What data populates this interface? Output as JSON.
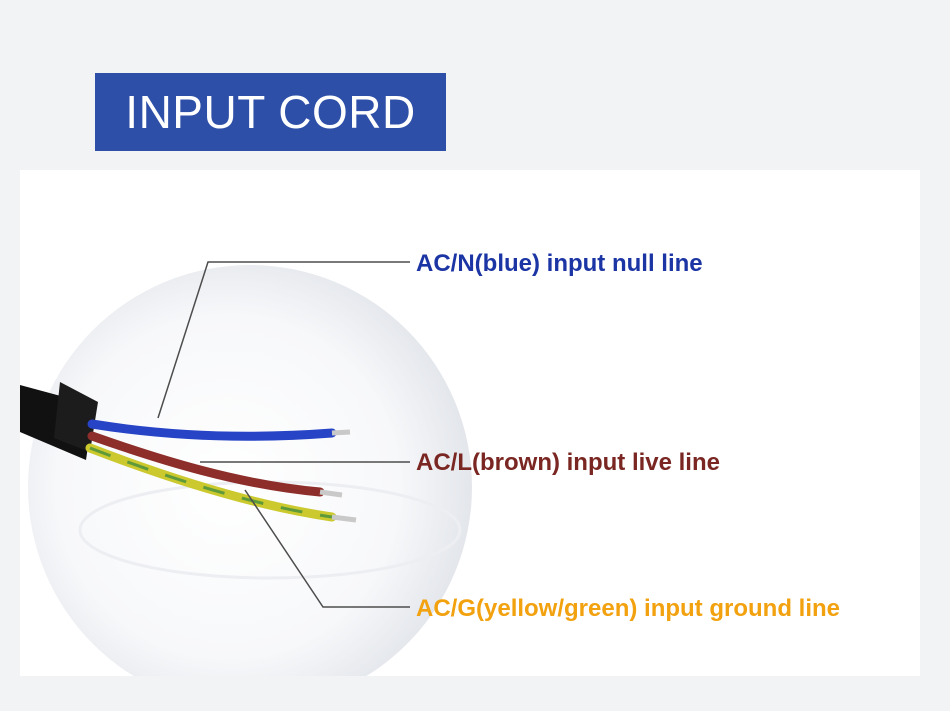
{
  "title": "INPUT CORD",
  "labels": {
    "null_line": "AC/N(blue) input null line",
    "live_line": "AC/L(brown) input live line",
    "ground_line": "AC/G(yellow/green) input ground line"
  },
  "colors": {
    "title_bg": "#2d4fa7",
    "null_text": "#1c35a4",
    "live_text": "#7a2622",
    "ground_text": "#f2a10f",
    "wire_blue": "#2744c6",
    "wire_brown": "#8e2e2a",
    "wire_yellow_green": "#cbc92e",
    "cable_jacket": "#111111"
  }
}
